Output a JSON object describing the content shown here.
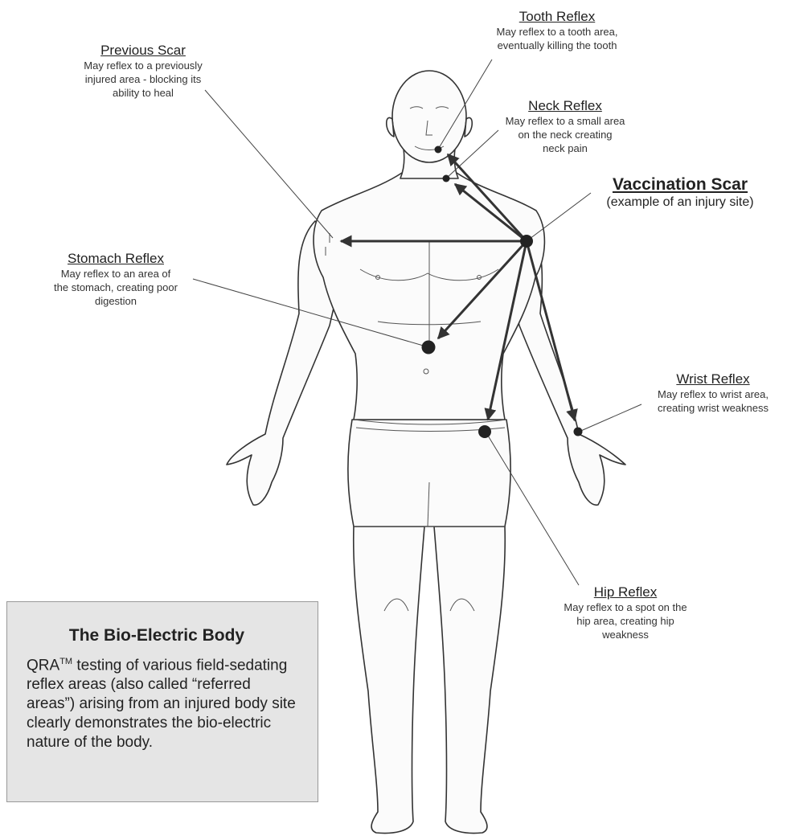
{
  "labels": {
    "tooth": {
      "title": "Tooth Reflex",
      "desc": [
        "May reflex to a tooth area,",
        "eventually killing the tooth"
      ]
    },
    "previous_scar": {
      "title": "Previous Scar",
      "desc": [
        "May reflex to a previously",
        "injured area - blocking its",
        "ability to heal"
      ]
    },
    "neck": {
      "title": "Neck Reflex",
      "desc": [
        "May reflex to a small area",
        "on the neck creating",
        "neck pain"
      ]
    },
    "vaccination": {
      "title": "Vaccination Scar",
      "desc": [
        "(example of an injury site)"
      ]
    },
    "stomach": {
      "title": "Stomach Reflex",
      "desc": [
        "May reflex to an area of",
        "the stomach, creating poor",
        "digestion"
      ]
    },
    "wrist": {
      "title": "Wrist Reflex",
      "desc": [
        "May reflex to wrist area,",
        "creating wrist weakness"
      ]
    },
    "hip": {
      "title": "Hip Reflex",
      "desc": [
        "May reflex to a spot on the",
        "hip area, creating hip",
        "weakness"
      ]
    }
  },
  "infobox": {
    "title": "The Bio-Electric Body",
    "qra": "QRA",
    "tm": "TM",
    "text": " testing of various field-sedating reflex areas (also called “referred areas”) arising from an injured body site clearly demonstrates the bio-electric nature of the body."
  },
  "colors": {
    "line": "#333333",
    "dot": "#222222",
    "box_bg": "#e5e5e5"
  }
}
